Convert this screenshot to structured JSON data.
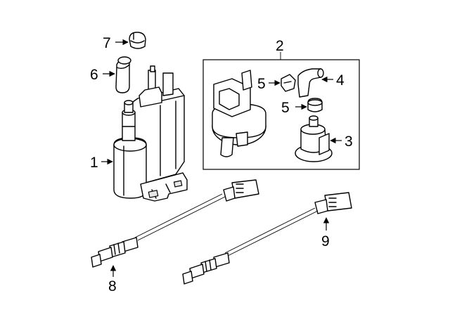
{
  "callouts": {
    "c1": "1",
    "c2": "2",
    "c3": "3",
    "c4": "4",
    "c5a": "5",
    "c5b": "5",
    "c6": "6",
    "c7": "7",
    "c8": "8",
    "c9": "9"
  }
}
